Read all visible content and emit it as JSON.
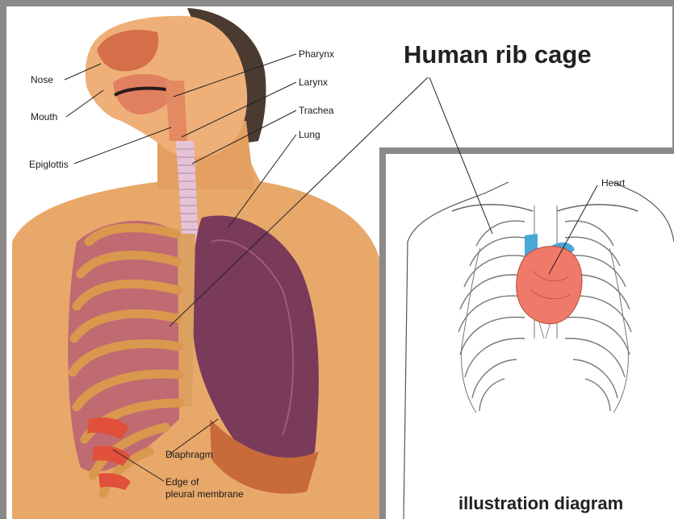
{
  "title": "Human rib cage",
  "subtitle": "illustration diagram",
  "labels": {
    "nose": "Nose",
    "mouth": "Mouth",
    "epiglottis": "Epiglottis",
    "pharynx": "Pharynx",
    "larynx": "Larynx",
    "trachea": "Trachea",
    "lung": "Lung",
    "diaphragm": "Diaphragm",
    "pleural_line1": "Edge of",
    "pleural_line2": "pleural membrane",
    "heart": "Heart"
  },
  "colors": {
    "frame": "#8a8a8a",
    "skin": "#e8a86a",
    "lung": "#7a3a5a",
    "rib": "#d9984e",
    "heart": "#f07a6a",
    "vessel": "#4aa8d8"
  }
}
